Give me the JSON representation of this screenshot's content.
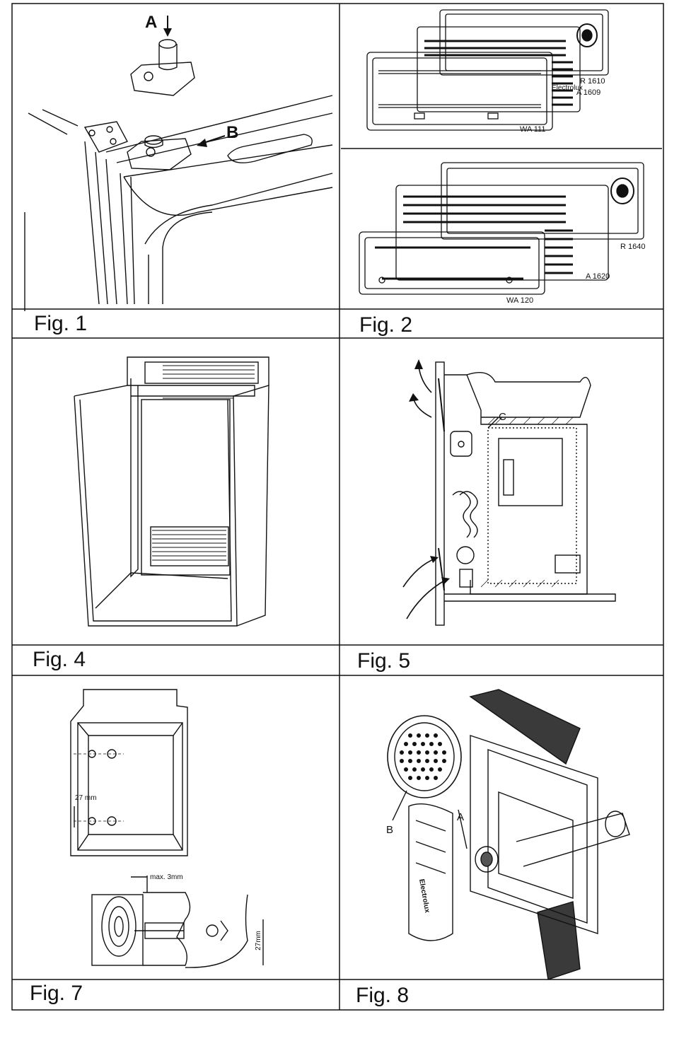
{
  "figures": {
    "fig1": {
      "label": "Fig. 1",
      "callouts": {
        "a": "A",
        "b": "B"
      }
    },
    "fig2": {
      "label": "Fig. 2",
      "callouts": {
        "r1610": "R 1610",
        "a1609": "A 1609",
        "wa111": "WA 111",
        "r1640": "R 1640",
        "a1620": "A 1620",
        "wa120": "WA 120",
        "brand": "Electrolux"
      }
    },
    "fig4": {
      "label": "Fig. 4"
    },
    "fig5": {
      "label": "Fig. 5",
      "callouts": {
        "c": "C"
      }
    },
    "fig7": {
      "label": "Fig. 7",
      "callouts": {
        "dim27a": "27 mm",
        "max3": "max. 3mm",
        "dim27b": "27mm"
      }
    },
    "fig8": {
      "label": "Fig. 8",
      "callouts": {
        "a": "A",
        "b": "B",
        "brand": "Electrolux"
      }
    }
  }
}
